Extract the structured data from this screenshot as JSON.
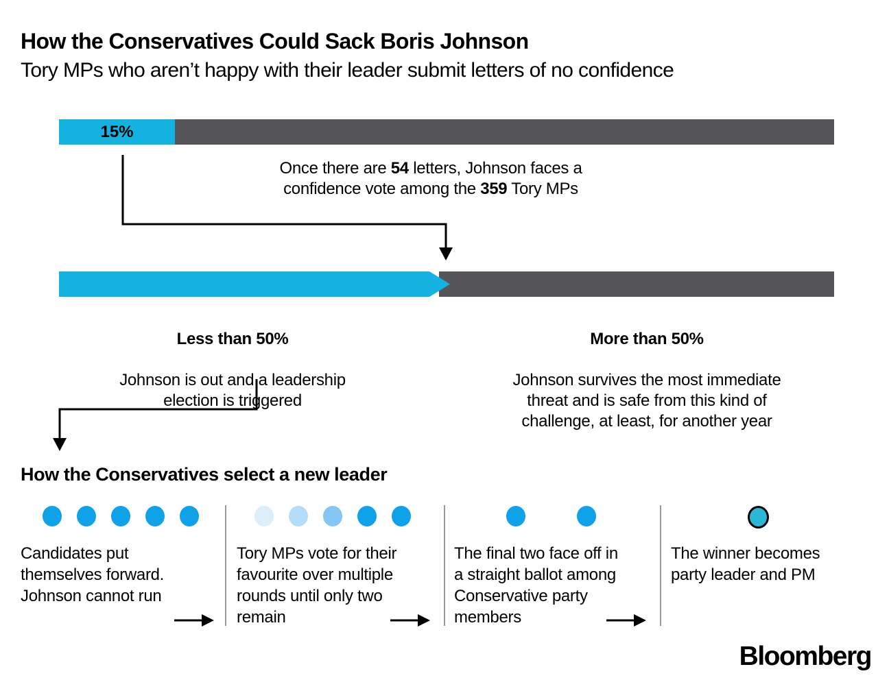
{
  "header": {
    "title": "How the Conservatives Could Sack Boris Johnson",
    "subtitle": "Tory MPs who aren’t happy with their leader submit letters of no confidence"
  },
  "letters_stage": {
    "bar_value_label": "15%",
    "percent_filled": 15,
    "annotation": {
      "seg1": "Once there are ",
      "bold1": "54",
      "seg2": " letters, Johnson faces a",
      "seg3": "confidence vote among the ",
      "bold2": "359",
      "seg4": " Tory MPs"
    }
  },
  "vote_stage": {
    "threshold_percent": 50,
    "outcome_left": {
      "heading": "Less than 50%",
      "body": "Johnson is out and a leadership\nelection is triggered"
    },
    "outcome_right": {
      "heading": "More than 50%",
      "body": "Johnson survives the most immediate\nthreat and is safe from this kind of\nchallenge, at least, for another year"
    }
  },
  "leader_selection": {
    "heading": "How the Conservatives select a new leader",
    "steps": [
      {
        "text": "Candidates put\nthemselves forward.\nJohnson cannot run",
        "has_arrow": true,
        "dots": [
          {
            "color": "#0fa2e9"
          },
          {
            "color": "#0fa2e9"
          },
          {
            "color": "#0fa2e9"
          },
          {
            "color": "#0fa2e9"
          },
          {
            "color": "#0fa2e9"
          }
        ]
      },
      {
        "text": "Tory MPs vote for their\nfavourite over multiple\nrounds until only two\nremain",
        "has_arrow": true,
        "dots": [
          {
            "color": "#ddeefb"
          },
          {
            "color": "#b5dcf8"
          },
          {
            "color": "#85c6f2"
          },
          {
            "color": "#0fa2e9"
          },
          {
            "color": "#0fa2e9"
          }
        ]
      },
      {
        "text": "The final two face off in\na straight ballot among\nConservative party\nmembers",
        "has_arrow": true,
        "dots": [
          {
            "color": "#0fa2e9"
          },
          {
            "color": "#0fa2e9"
          }
        ]
      },
      {
        "text": "The winner becomes\nparty leader and PM",
        "has_arrow": false,
        "dots": [
          {
            "color": "#2bb7d8",
            "outlined": true
          }
        ]
      }
    ]
  },
  "branding": {
    "logo_text": "Bloomberg"
  },
  "colors": {
    "cyan": "#14b2e1",
    "bar_gray": "#565658",
    "dot_blue": "#0fa2e9",
    "winner_dot_fill": "#2bb7d8",
    "divider_gray": "#9a9a9a",
    "line_black": "#000000"
  }
}
